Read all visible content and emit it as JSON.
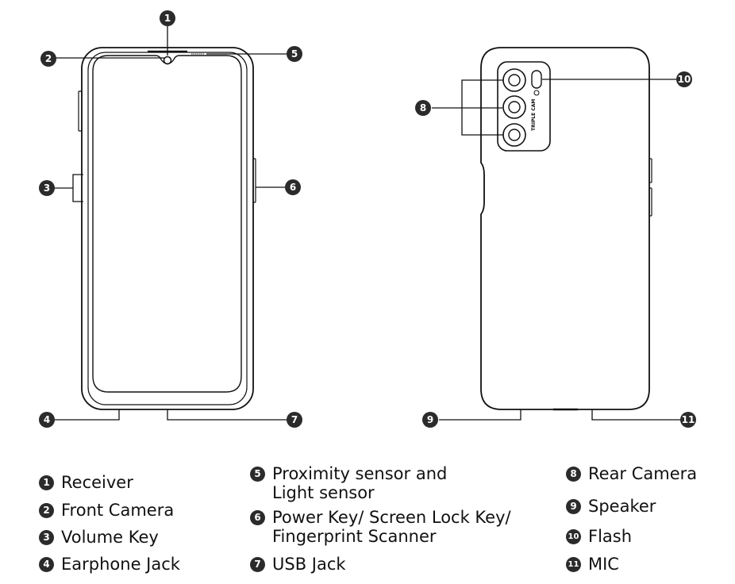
{
  "diagram": {
    "callouts": [
      "1",
      "2",
      "3",
      "4",
      "5",
      "6",
      "7",
      "8",
      "9",
      "10",
      "11"
    ],
    "camera_module_label": "TRIPLE CAM"
  },
  "legend": [
    {
      "num": "1",
      "label": "Receiver"
    },
    {
      "num": "2",
      "label": "Front Camera"
    },
    {
      "num": "3",
      "label": "Volume Key"
    },
    {
      "num": "4",
      "label": "Earphone  Jack"
    },
    {
      "num": "5",
      "label": "Proximity sensor and\nLight sensor"
    },
    {
      "num": "6",
      "label": "Power Key/ Screen Lock Key/\nFingerprint Scanner"
    },
    {
      "num": "7",
      "label": "USB Jack"
    },
    {
      "num": "8",
      "label": "Rear Camera"
    },
    {
      "num": "9",
      "label": "Speaker"
    },
    {
      "num": "10",
      "label": "Flash"
    },
    {
      "num": "11",
      "label": "MIC"
    }
  ]
}
